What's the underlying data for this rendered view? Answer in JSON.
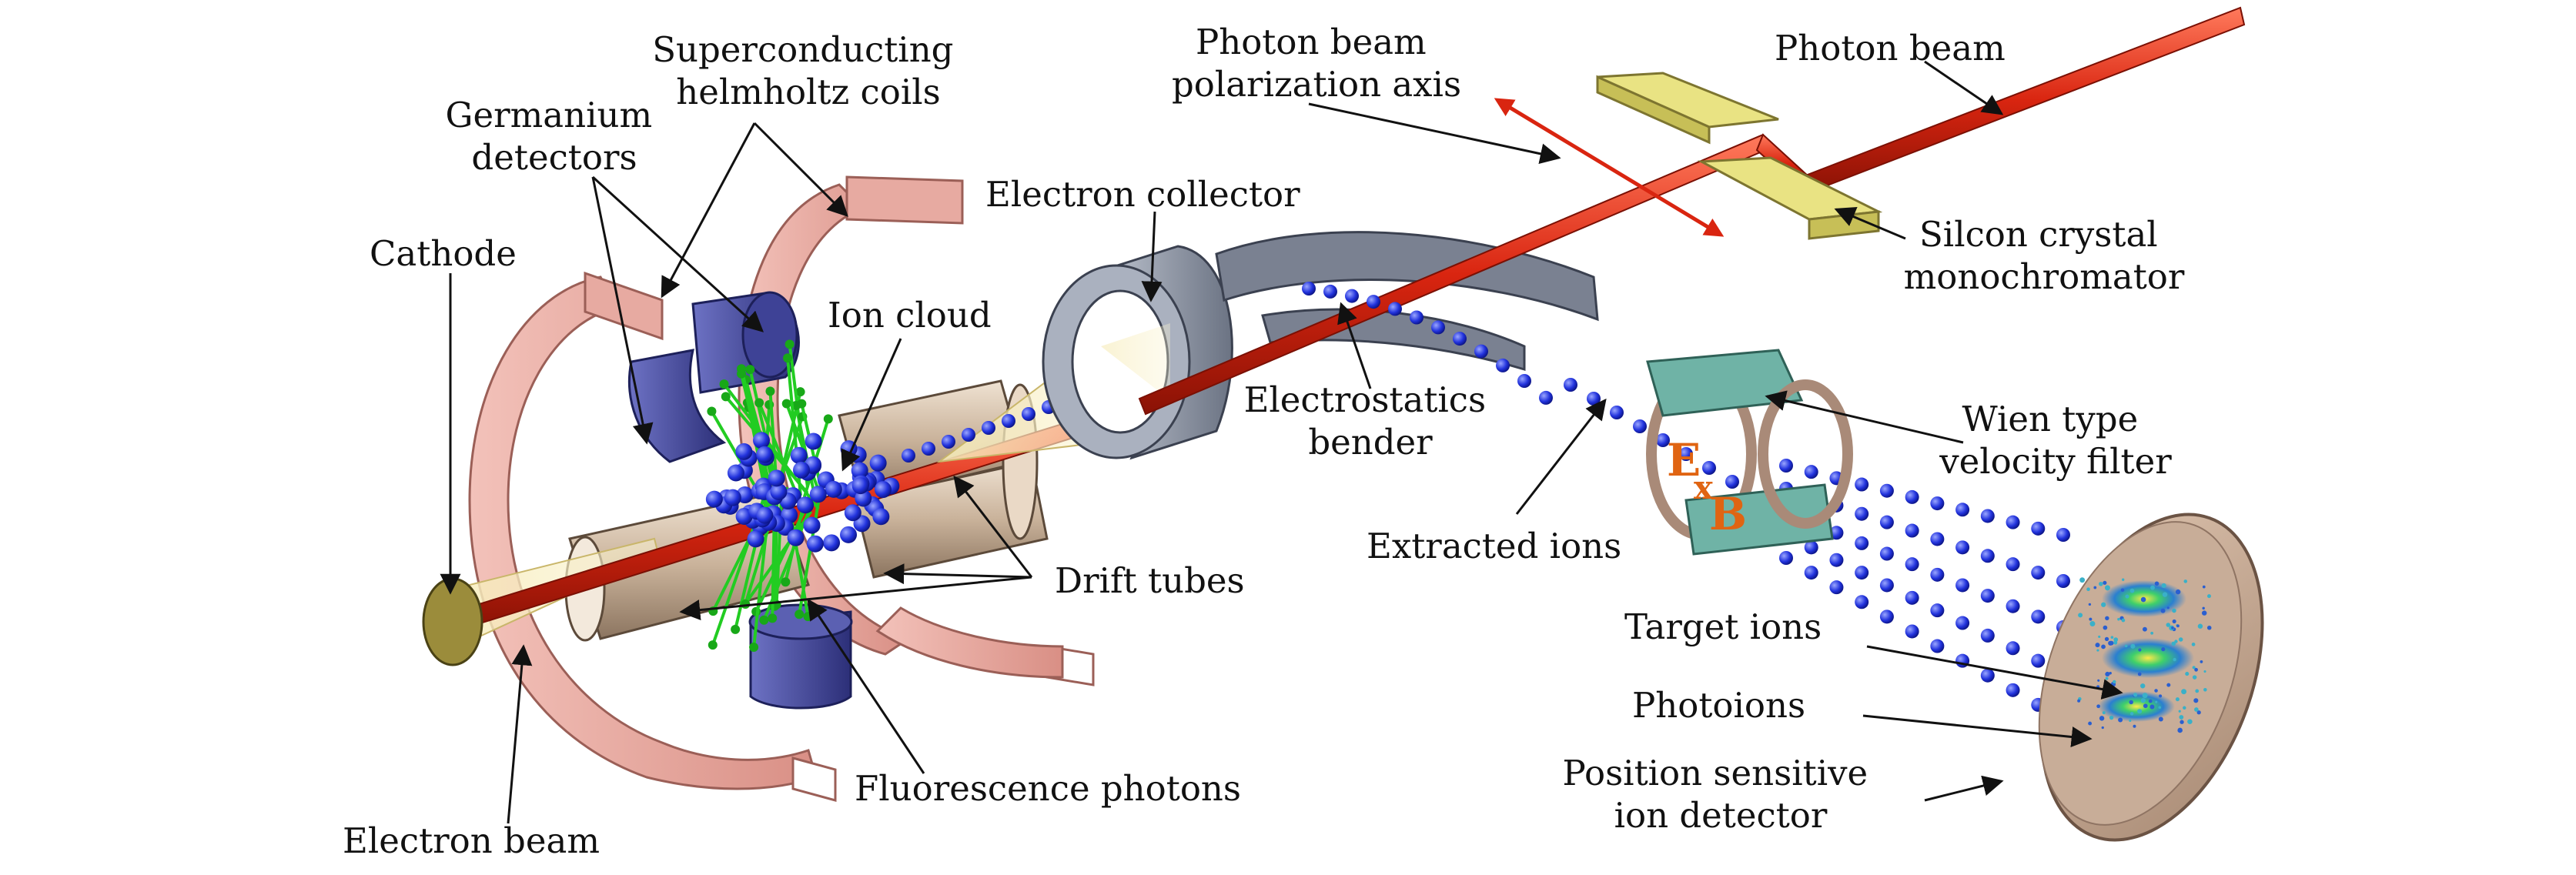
{
  "labels": {
    "superconducting": [
      "Superconducting",
      "helmholtz coils"
    ],
    "germanium": [
      "Germanium",
      "detectors"
    ],
    "cathode": "Cathode",
    "ion_cloud": "Ion cloud",
    "electron_collector": "Electron collector",
    "photon_beam_polarization": [
      "Photon beam",
      "polarization axis"
    ],
    "photon_beam": "Photon beam",
    "silicon_crystal": [
      "Silcon crystal",
      "monochromator"
    ],
    "electrostatics_bender": [
      "Electrostatics",
      "bender"
    ],
    "wien_filter": [
      "Wien type",
      "velocity filter"
    ],
    "extracted_ions": "Extracted ions",
    "drift_tubes": "Drift tubes",
    "target_ions": "Target ions",
    "photoions": "Photoions",
    "position_detector": [
      "Position sensitive",
      "ion detector"
    ],
    "fluorescence_photons": "Fluorescence photons",
    "electron_beam": "Electron beam"
  },
  "filter_letters": [
    "E",
    "x",
    "B"
  ],
  "colors": {
    "beam": "#d92510",
    "coil": "#e6a9a0",
    "detector": "#4b4fa0",
    "ion": "#2233dd",
    "photon": "#22cc22",
    "collector": "#8e97a8",
    "crystal": "#e6e07a",
    "filter_plate": "#6fb3a6",
    "screen": "#c9ab95"
  }
}
